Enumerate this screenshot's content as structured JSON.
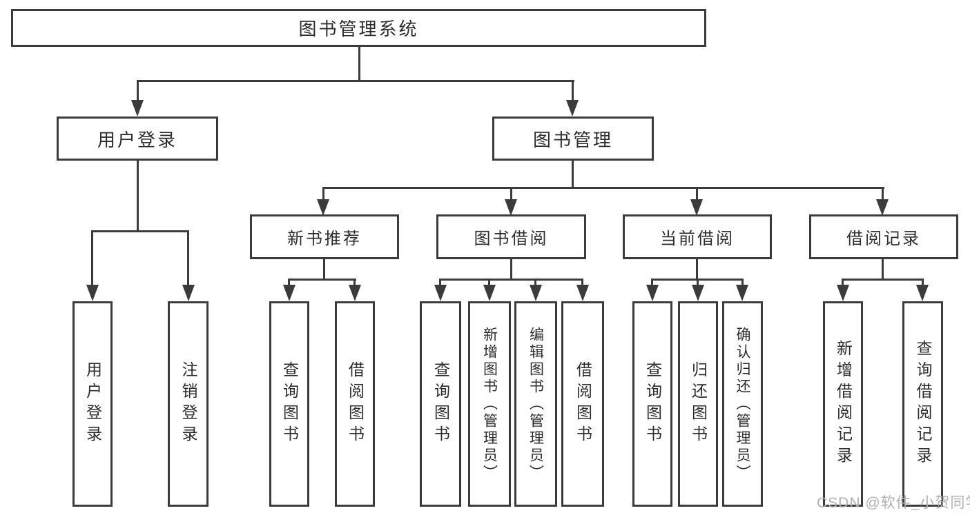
{
  "colors": {
    "line": "#3b3b3b",
    "text": "#2d2d2d",
    "watermark": "#b0b0b0",
    "background": "#ffffff"
  },
  "root": {
    "label": "图书管理系统"
  },
  "userLogin": {
    "label": "用户登录",
    "leaves": [
      "用户登录",
      "注销登录"
    ]
  },
  "bookManage": {
    "label": "图书管理",
    "groups": [
      {
        "label": "新书推荐",
        "leaves": [
          "查询图书",
          "借阅图书"
        ]
      },
      {
        "label": "图书借阅",
        "leaves": [
          "查询图书",
          "新增图书（管理员）",
          "编辑图书（管理员）",
          "借阅图书"
        ]
      },
      {
        "label": "当前借阅",
        "leaves": [
          "查询图书",
          "归还图书",
          "确认归还（管理员）"
        ]
      },
      {
        "label": "借阅记录",
        "leaves": [
          "新增借阅记录",
          "查询借阅记录"
        ]
      }
    ]
  },
  "watermark": {
    "text": "CSDN @软件_小贺同学"
  }
}
